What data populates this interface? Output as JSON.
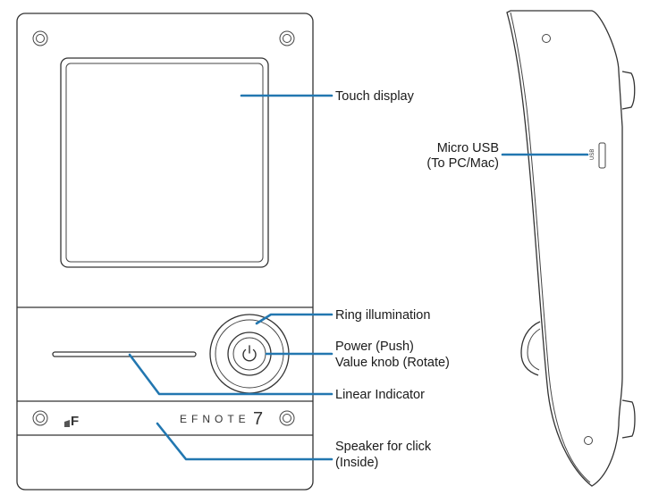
{
  "labels": {
    "touch_display": "Touch display",
    "micro_usb_line1": "Micro USB",
    "micro_usb_line2": "(To PC/Mac)",
    "ring_illumination": "Ring illumination",
    "power_line1": "Power (Push)",
    "power_line2": "Value knob (Rotate)",
    "linear_indicator": "Linear Indicator",
    "speaker_line1": "Speaker for click",
    "speaker_line2": "(Inside)"
  },
  "device": {
    "brand_text": "EFNOTE",
    "model_number": "7",
    "usb_port_label": "USB",
    "logo_letter": "F"
  },
  "colors": {
    "leader_line": "#2277b0",
    "outline": "#333333"
  }
}
